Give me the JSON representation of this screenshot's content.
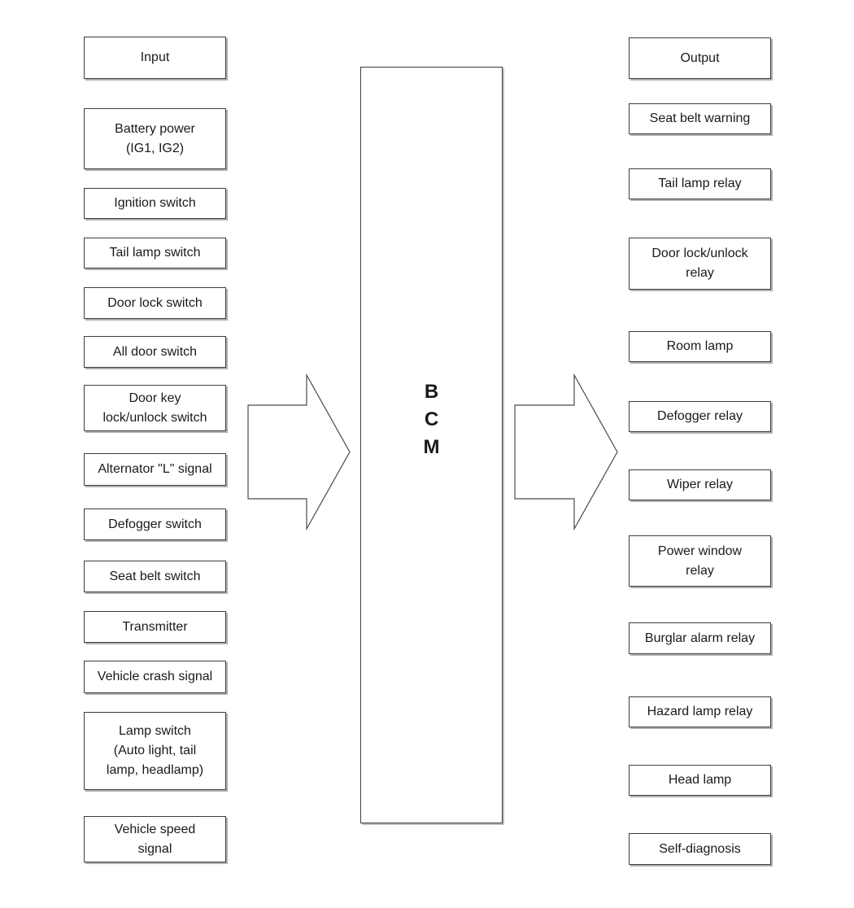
{
  "diagram": {
    "title_hint": "BCM input/output block diagram",
    "colors": {
      "background": "#ffffff",
      "box_border": "#3d3d3d",
      "text": "#1a1a1a"
    },
    "bcm": {
      "label": "B\nC\nM"
    },
    "inputs": {
      "header": "Input",
      "items": [
        "Battery power\n(IG1, IG2)",
        "Ignition switch",
        "Tail lamp switch",
        "Door lock switch",
        "All door switch",
        "Door key\nlock/unlock switch",
        "Alternator \"L\" signal",
        "Defogger switch",
        "Seat belt switch",
        "Transmitter",
        "Vehicle crash signal",
        "Lamp switch\n(Auto light, tail\nlamp, headlamp)",
        "Vehicle speed\nsignal"
      ]
    },
    "outputs": {
      "header": "Output",
      "items": [
        "Seat belt warning",
        "Tail lamp relay",
        "Door lock/unlock\nrelay",
        "Room lamp",
        "Defogger relay",
        "Wiper relay",
        "Power window\nrelay",
        "Burglar alarm relay",
        "Hazard lamp relay",
        "Head lamp",
        "Self-diagnosis"
      ]
    }
  }
}
